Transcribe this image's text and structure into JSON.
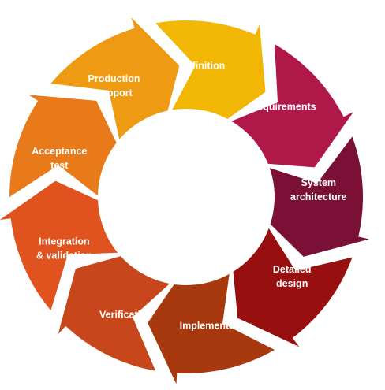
{
  "stages": [
    {
      "id": "definition",
      "lines": [
        "Definition"
      ],
      "color": "#F2B705"
    },
    {
      "id": "requirements",
      "lines": [
        "Requirements"
      ],
      "color": "#B0184A"
    },
    {
      "id": "system-architecture",
      "lines": [
        "System",
        "architecture"
      ],
      "color": "#7A1035"
    },
    {
      "id": "detailed-design",
      "lines": [
        "Detailed",
        "design"
      ],
      "color": "#970F0F"
    },
    {
      "id": "implementation",
      "lines": [
        "Implementation"
      ],
      "color": "#A8380E"
    },
    {
      "id": "verification",
      "lines": [
        "Verification"
      ],
      "color": "#C8461B"
    },
    {
      "id": "integration-validation",
      "lines": [
        "Integration",
        "& validation"
      ],
      "color": "#E0521E"
    },
    {
      "id": "acceptance-test",
      "lines": [
        "Acceptance",
        "test"
      ],
      "color": "#E97A1A"
    },
    {
      "id": "production-support",
      "lines": [
        "Production",
        "support"
      ],
      "color": "#EE9A12"
    }
  ]
}
